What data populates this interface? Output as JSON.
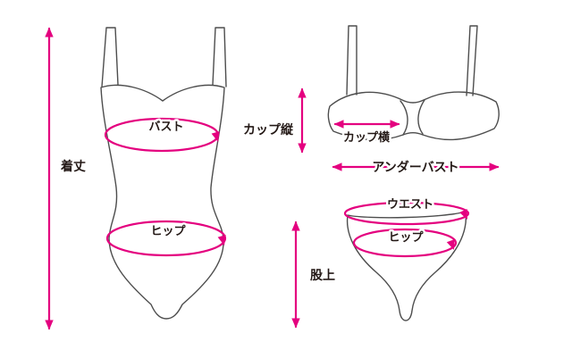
{
  "colors": {
    "accent": "#e4007f",
    "outline": "#4d4d4d",
    "label": "#231815",
    "background": "#ffffff"
  },
  "onepiece": {
    "length_label": "着丈",
    "bust_label": "バスト",
    "hip_label": "ヒップ"
  },
  "bikini_top": {
    "cup_height_label": "カップ縦",
    "cup_width_label": "カップ横",
    "underbust_label": "アンダーバスト"
  },
  "bikini_bottom": {
    "waist_label": "ウエスト",
    "hip_label": "ヒップ",
    "rise_label": "股上"
  }
}
